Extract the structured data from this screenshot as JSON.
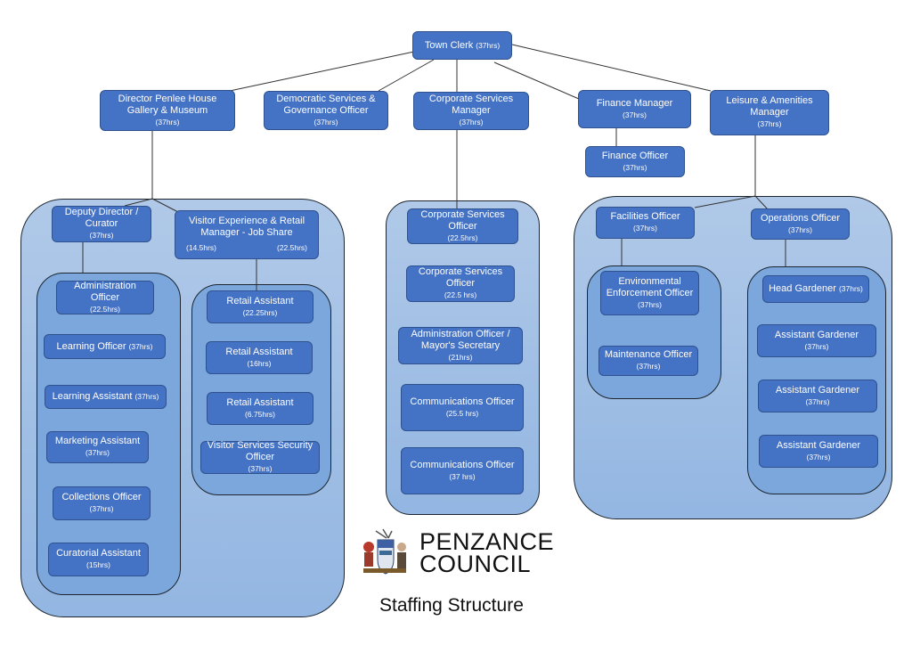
{
  "title": "Staffing Structure",
  "organisation": {
    "line1": "PENZANCE",
    "line2": "COUNCIL",
    "logo_icon": "coat-of-arms-icon"
  },
  "colors": {
    "box_fill": "#4472c4",
    "box_border": "#2f528f",
    "outer_group": "#a6c2e6",
    "inner_group": "#7ba7dc",
    "text": "#ffffff"
  },
  "top": {
    "name": "Town Clerk",
    "hrs": "(37hrs)"
  },
  "managers": [
    {
      "name": "Director Penlee House Gallery & Museum",
      "hrs": "(37hrs)"
    },
    {
      "name": "Democratic Services & Governance Officer",
      "hrs": "(37hrs)"
    },
    {
      "name": "Corporate Services Manager",
      "hrs": "(37hrs)"
    },
    {
      "name": "Finance Manager",
      "hrs": "(37hrs)"
    },
    {
      "name": "Leisure & Amenities Manager",
      "hrs": "(37hrs)"
    }
  ],
  "finance": {
    "officer": {
      "name": "Finance Officer",
      "hrs": "(37hrs)"
    }
  },
  "museum": {
    "deputy": {
      "name": "Deputy Director / Curator",
      "hrs": "(37hrs)"
    },
    "visitor": {
      "name": "Visitor Experience & Retail Manager  - Job Share",
      "hrs_a": "(14.5hrs)",
      "hrs_b": "(22.5hrs)"
    },
    "curatorial_team": [
      {
        "name": "Administration Officer",
        "hrs": "(22.5hrs)"
      },
      {
        "name": "Learning Officer",
        "hrs": "(37hrs)"
      },
      {
        "name": "Learning Assistant",
        "hrs": "(37hrs)"
      },
      {
        "name": "Marketing Assistant",
        "hrs": "(37hrs)"
      },
      {
        "name": "Collections Officer",
        "hrs": "(37hrs)"
      },
      {
        "name": "Curatorial Assistant",
        "hrs": "(15hrs)"
      }
    ],
    "retail_team": [
      {
        "name": "Retail Assistant",
        "hrs": "(22.25hrs)"
      },
      {
        "name": "Retail Assistant",
        "hrs": "(16hrs)"
      },
      {
        "name": "Retail Assistant",
        "hrs": "(6.75hrs)"
      },
      {
        "name": "Visitor Services Security Officer",
        "hrs": "(37hrs)"
      }
    ]
  },
  "corporate_team": [
    {
      "name": "Corporate Services Officer",
      "hrs": "(22.5hrs)"
    },
    {
      "name": "Corporate Services Officer",
      "hrs": "(22.5 hrs)"
    },
    {
      "name": "Administration Officer / Mayor's Secretary",
      "hrs": "(21hrs)"
    },
    {
      "name": "Communications Officer",
      "hrs": "(25.5 hrs)"
    },
    {
      "name": "Communications Officer",
      "hrs": "(37 hrs)"
    }
  ],
  "leisure": {
    "facilities": {
      "name": "Facilities Officer",
      "hrs": "(37hrs)"
    },
    "operations": {
      "name": "Operations Officer",
      "hrs": "(37hrs)"
    },
    "facilities_team": [
      {
        "name": "Environmental Enforcement Officer",
        "hrs": "(37hrs)"
      },
      {
        "name": "Maintenance Officer",
        "hrs": "(37hrs)"
      }
    ],
    "operations_team": [
      {
        "name": "Head Gardener",
        "hrs": "(37hrs)"
      },
      {
        "name": "Assistant Gardener",
        "hrs": "(37hrs)"
      },
      {
        "name": "Assistant Gardener",
        "hrs": "(37hrs)"
      },
      {
        "name": "Assistant Gardener",
        "hrs": "(37hrs)"
      }
    ]
  }
}
